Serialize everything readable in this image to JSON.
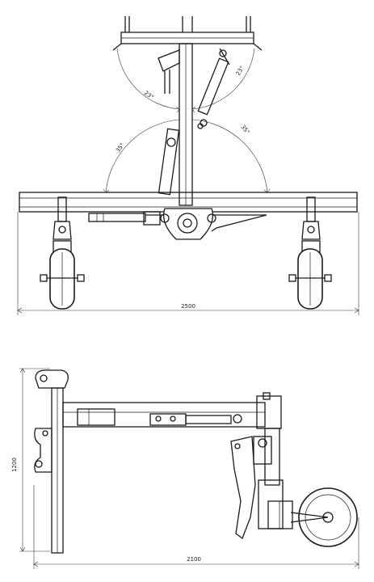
{
  "top_view": {
    "angle_upper_left": "23°",
    "angle_upper_right": "23°",
    "angle_lower_left": "35°",
    "angle_lower_right": "35°",
    "width_dimension": "2500"
  },
  "side_view": {
    "height_dimension": "1200",
    "length_dimension": "2100"
  }
}
